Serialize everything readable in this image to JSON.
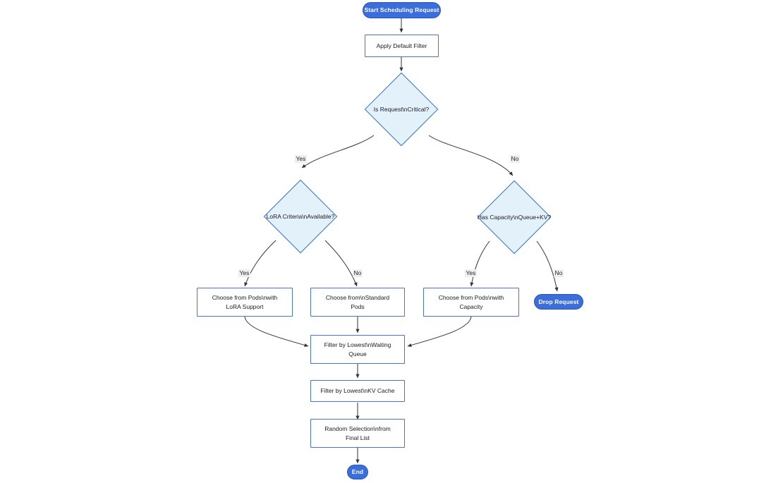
{
  "diagram": {
    "type": "flowchart",
    "direction": "top-down",
    "background": "#ffffff",
    "colors": {
      "terminal_fill": "#3b6ddd",
      "terminal_text": "#ffffff",
      "process_fill": "#ffffff",
      "process_border": "#4a72d4",
      "decision_fill": "#e3f1fb",
      "decision_border": "#3877cc",
      "edge_stroke": "#333333",
      "edge_label_bg": "#eeeeee"
    },
    "nodes": {
      "start": {
        "label": "Start Scheduling Request",
        "shape": "stadium"
      },
      "apply_default_filter": {
        "label": "Apply Default Filter",
        "shape": "rect"
      },
      "is_request_critical": {
        "label": "Is Request\\nCritical?",
        "shape": "diamond"
      },
      "lora_criteria_available": {
        "label": "LoRA Criteria\\nAvailable?",
        "shape": "diamond"
      },
      "has_capacity_queue_kv": {
        "label": "Has Capacity\\nQueue+KV?",
        "shape": "diamond"
      },
      "choose_pods_lora": {
        "line1": "Choose from Pods\\nwith",
        "line2": "LoRA Support",
        "shape": "rect"
      },
      "choose_standard_pods": {
        "line1": "Choose from\\nStandard",
        "line2": "Pods",
        "shape": "rect"
      },
      "choose_pods_capacity": {
        "line1": "Choose from Pods\\nwith",
        "line2": "Capacity",
        "shape": "rect"
      },
      "drop_request": {
        "label": "Drop Request",
        "shape": "stadium"
      },
      "filter_waiting_queue": {
        "line1": "Filter by Lowest\\nWaiting",
        "line2": "Queue",
        "shape": "rect"
      },
      "filter_kv_cache": {
        "label": "Filter by Lowest\\nKV Cache",
        "shape": "rect"
      },
      "random_selection": {
        "line1": "Random Selection\\nfrom",
        "line2": "Final List",
        "shape": "rect"
      },
      "end": {
        "label": "End",
        "shape": "stadium"
      }
    },
    "edge_labels": {
      "critical_yes": "Yes",
      "critical_no": "No",
      "lora_yes": "Yes",
      "lora_no": "No",
      "capacity_yes": "Yes",
      "capacity_no": "No"
    }
  }
}
